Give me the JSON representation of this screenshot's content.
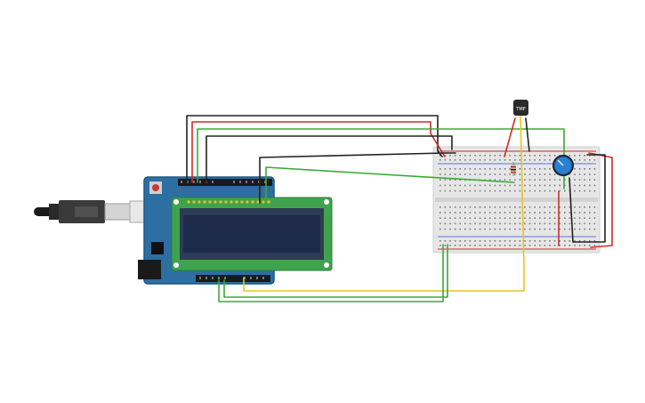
{
  "canvas": {
    "background": "#ffffff"
  },
  "colors": {
    "arduino_board": "#2d6ea3",
    "arduino_edge": "#1f5686",
    "lcd_pcb": "#3fa34d",
    "lcd_screen": "#1d2a4a",
    "breadboard": "#e6e6e6",
    "wire_red": "#d42a2a",
    "wire_black": "#222222",
    "wire_green": "#3aaa35",
    "wire_yellow": "#e8c61e",
    "potentiometer": "#2b7fd0",
    "sensor": "#2a2a2a"
  },
  "components": {
    "temp_sensor_label": "TMP",
    "usb_cable_icon": "usb-cable-icon",
    "arduino": "arduino-uno",
    "lcd": "lcd-16x2",
    "breadboard": "breadboard",
    "potentiometer": "potentiometer",
    "resistor": "resistor"
  }
}
